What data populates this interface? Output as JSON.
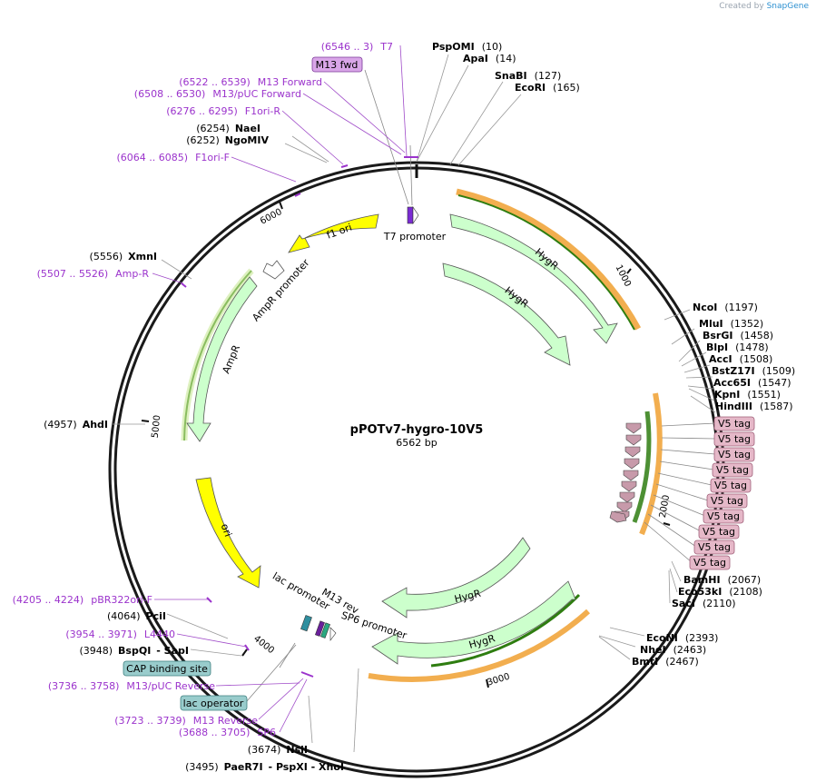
{
  "brand": {
    "prefix": "Created by",
    "name": "SnapGene"
  },
  "plasmid": {
    "name": "pPOTv7-hygro-10V5",
    "size_label": "6562 bp",
    "length": 6562
  },
  "ticks": [
    {
      "pos": 1000,
      "label": "1000"
    },
    {
      "pos": 2000,
      "label": "2000"
    },
    {
      "pos": 3000,
      "label": "3000"
    },
    {
      "pos": 4000,
      "label": "4000"
    },
    {
      "pos": 5000,
      "label": "5000"
    },
    {
      "pos": 6000,
      "label": "6000"
    }
  ],
  "features": [
    {
      "name": "T7 promoter",
      "color": "#ffffff",
      "label": "T7 promoter"
    },
    {
      "name": "f1 ori",
      "color": "#ffff00",
      "label": "f1 ori"
    },
    {
      "name": "AmpR promoter",
      "color": "#ffffff",
      "label": "AmpR promoter"
    },
    {
      "name": "AmpR",
      "color": "#ccffcc",
      "label": "AmpR"
    },
    {
      "name": "ori",
      "color": "#ffff00",
      "label": "ori"
    },
    {
      "name": "HygR",
      "color": "#ccffcc",
      "label": "HygR"
    },
    {
      "name": "lac promoter",
      "color": "#ffffff",
      "label": "lac promoter"
    },
    {
      "name": "M13 rev",
      "color": "#ffffff",
      "label": "M13 rev"
    },
    {
      "name": "SP6 promoter",
      "color": "#ffffff",
      "label": "SP6 promoter"
    }
  ],
  "sites_right": [
    {
      "pos": "(10)",
      "name": "PspOMI"
    },
    {
      "pos": "(14)",
      "name": "ApaI"
    },
    {
      "pos": "(127)",
      "name": "SnaBI"
    },
    {
      "pos": "(165)",
      "name": "EcoRI"
    },
    {
      "pos": "(1197)",
      "name": "NcoI"
    },
    {
      "pos": "(1352)",
      "name": "MluI"
    },
    {
      "pos": "(1458)",
      "name": "BsrGI"
    },
    {
      "pos": "(1478)",
      "name": "BlpI"
    },
    {
      "pos": "(1508)",
      "name": "AccI"
    },
    {
      "pos": "(1509)",
      "name": "BstZ17I"
    },
    {
      "pos": "(1547)",
      "name": "Acc65I"
    },
    {
      "pos": "(1551)",
      "name": "KpnI"
    },
    {
      "pos": "(1587)",
      "name": "HindIII"
    },
    {
      "pos": "(2067)",
      "name": "BamHI"
    },
    {
      "pos": "(2108)",
      "name": "Eco53kI"
    },
    {
      "pos": "(2110)",
      "name": "SacI"
    },
    {
      "pos": "(2393)",
      "name": "EcoNI"
    },
    {
      "pos": "(2463)",
      "name": "NheI"
    },
    {
      "pos": "(2467)",
      "name": "BmtI"
    }
  ],
  "sites_left": [
    {
      "pos": "(6254)",
      "name": "NaeI"
    },
    {
      "pos": "(6252)",
      "name": "NgoMIV"
    },
    {
      "pos": "(5556)",
      "name": "XmnI"
    },
    {
      "pos": "(4957)",
      "name": "AhdI"
    },
    {
      "pos": "(4064)",
      "name": "PciI"
    },
    {
      "pos": "(3948)",
      "name": "BspQI",
      "extra": "- SapI"
    },
    {
      "pos": "(3674)",
      "name": "NsiI"
    },
    {
      "pos": "(3495)",
      "name": "PaeR7I",
      "extra": "- PspXI  - XhoI"
    }
  ],
  "primers": [
    {
      "range": "(6546 .. 3)",
      "name": "T7"
    },
    {
      "range": "(6522 .. 6539)",
      "name": "M13 Forward"
    },
    {
      "range": "(6508 .. 6530)",
      "name": "M13/pUC Forward"
    },
    {
      "range": "(6276 .. 6295)",
      "name": "F1ori-R"
    },
    {
      "range": "(6064 .. 6085)",
      "name": "F1ori-F"
    },
    {
      "range": "(5507 .. 5526)",
      "name": "Amp-R"
    },
    {
      "range": "(4205 .. 4224)",
      "name": "pBR322ori-F"
    },
    {
      "range": "(3954 .. 3971)",
      "name": "L4440"
    },
    {
      "range": "(3736 .. 3758)",
      "name": "M13/pUC Reverse"
    },
    {
      "range": "(3723 .. 3739)",
      "name": "M13 Reverse"
    },
    {
      "range": "(3688 .. 3705)",
      "name": "SP6"
    }
  ],
  "boxes": [
    {
      "label": "M13 fwd",
      "color": "#d9a6e8"
    },
    {
      "label": "CAP binding site",
      "color": "#99cccc"
    },
    {
      "label": "lac operator",
      "color": "#99cccc"
    }
  ],
  "tags": [
    "V5 tag",
    "V5 tag",
    "V5 tag",
    "V5 tag",
    "V5 tag",
    "V5 tag",
    "V5 tag",
    "V5 tag",
    "V5 tag",
    "V5 tag"
  ],
  "colors": {
    "primer": "#9b33cc",
    "tag_fill": "#e5b8c8",
    "orf_orange": "#f0a030",
    "orf_green": "#2e7d10"
  }
}
